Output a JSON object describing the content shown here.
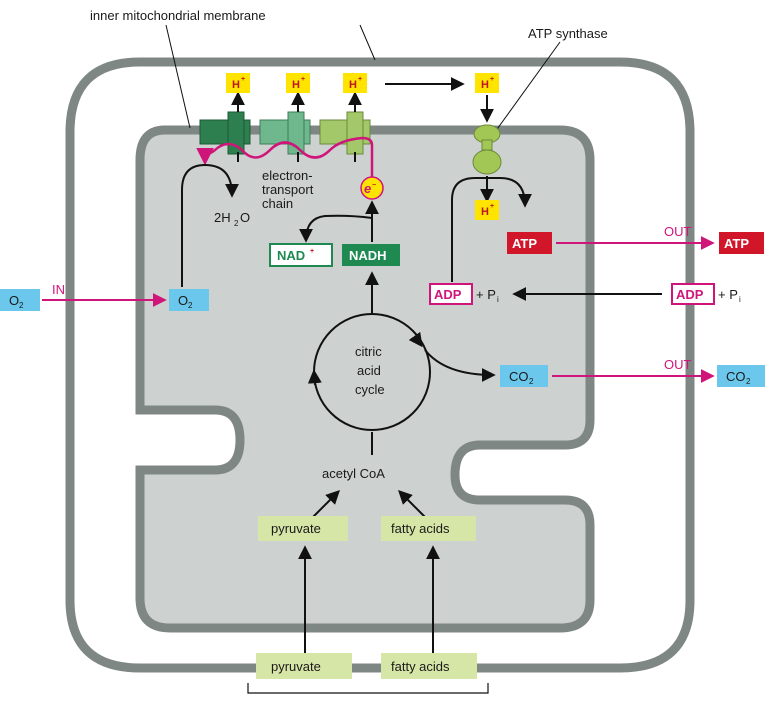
{
  "labels": {
    "inner_membrane": "inner mitochondrial membrane",
    "atp_synthase": "ATP synthase",
    "electron_transport": [
      "electron-",
      "transport",
      "chain"
    ],
    "water": "2H",
    "water_sub": "2",
    "water_end": "O",
    "electron": "e",
    "electron_sup": "−",
    "nad": "NAD",
    "nad_sup": "+",
    "nadh": "NADH",
    "citric": [
      "citric",
      "acid",
      "cycle"
    ],
    "acetyl": "acetyl CoA",
    "pyruvate_in": "pyruvate",
    "fatty_in": "fatty acids",
    "pyruvate_out": "pyruvate",
    "fatty_out": "fatty acids",
    "o2_out": "O",
    "o2_in": "O",
    "o2_sub": "2",
    "in_label": "IN",
    "co2_in": "CO",
    "co2_out": "CO",
    "co2_sub": "2",
    "out_label_atp": "OUT",
    "out_label_co2": "OUT",
    "atp_in": "ATP",
    "atp_out": "ATP",
    "adp_in": "ADP",
    "adp_out": "ADP",
    "plus_pi": "+ P",
    "pi_sub": "i",
    "hplus": "H",
    "hplus_sup": "+"
  },
  "colors": {
    "membrane": "#7f8784",
    "matrix": "#cdd1d0",
    "outer_fill": "#ffffff",
    "pink": "#d0157a",
    "yellow": "#ffe400",
    "h_text": "#c0151a",
    "blue_box": "#6bc8ec",
    "green_box": "#d6e6a6",
    "nadh_green": "#1e8a52",
    "atp_red": "#d1162a",
    "complex_dark": "#2e7f4f",
    "complex_mid": "#6fb88d",
    "complex_light": "#a2c86a",
    "synthase": "#a3c755"
  },
  "icons": [
    "electron-carrier-circle",
    "atp-synthase-shape"
  ]
}
